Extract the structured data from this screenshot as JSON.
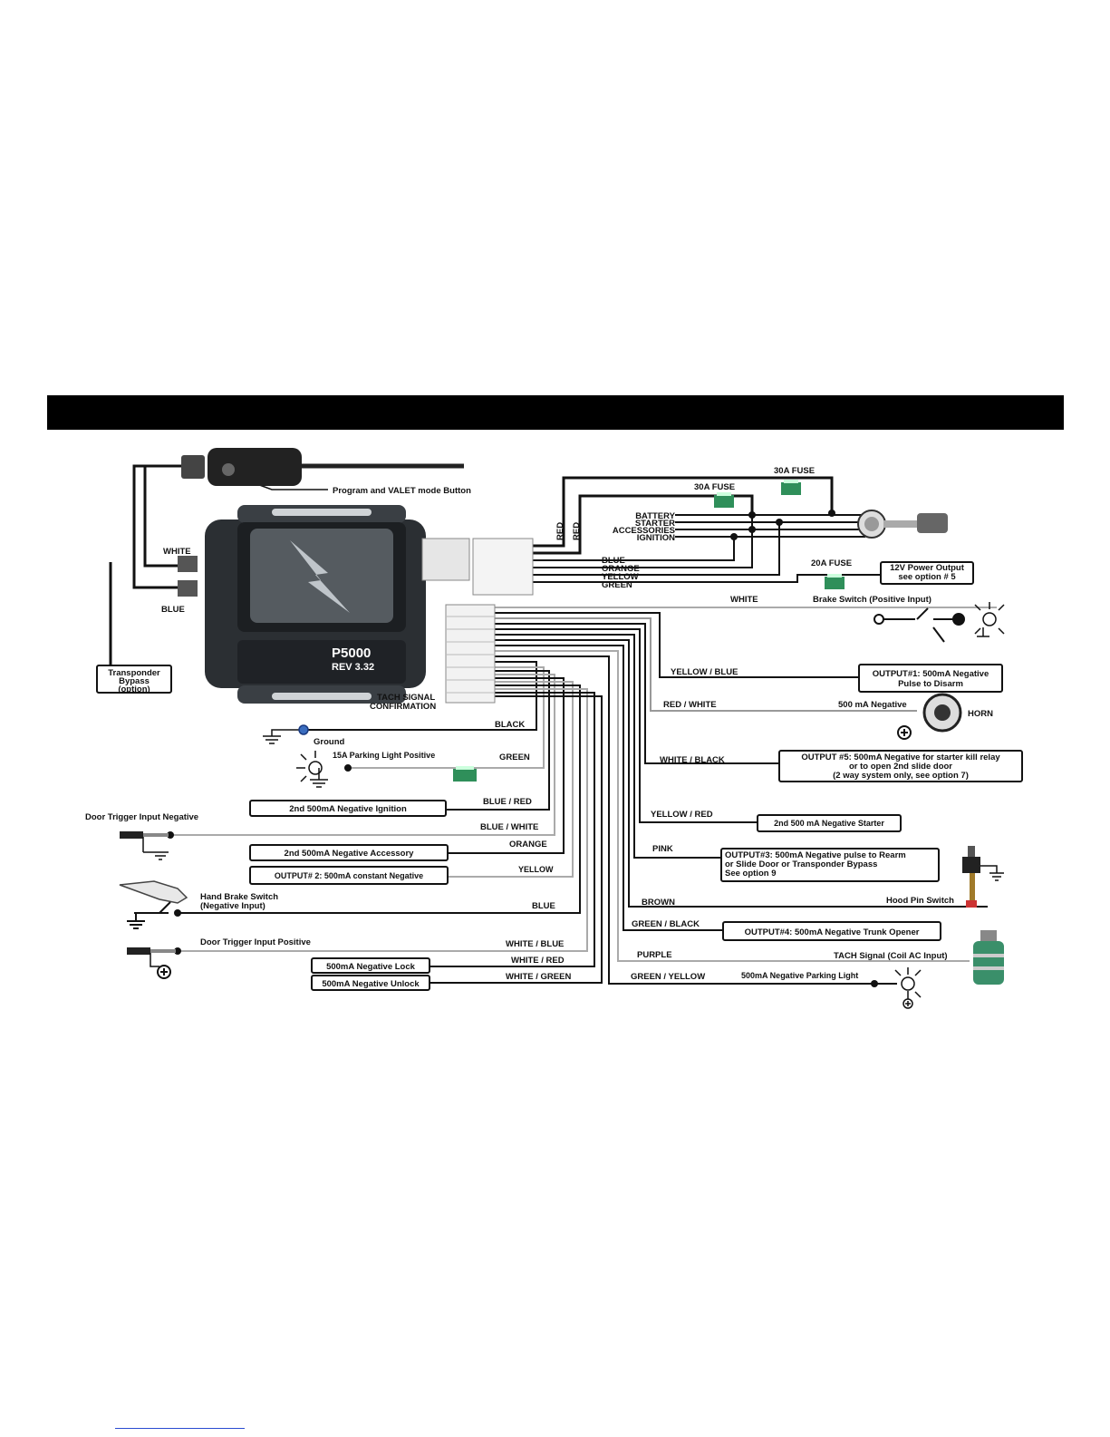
{
  "module": {
    "model": "P5000",
    "revision": "REV 3.32"
  },
  "button_label": "Program and VALET mode Button",
  "bypass_wires": {
    "top": "WHITE",
    "bottom": "BLUE"
  },
  "transponder_box": [
    "Transponder",
    "Bypass",
    "(option)"
  ],
  "tach_confirmation": [
    "TACH SIGNAL",
    "CONFIRMATION"
  ],
  "fuses": {
    "f30_left": "30A FUSE",
    "f30_right": "30A FUSE",
    "f20": "20A FUSE",
    "f15": "15A Parking Light Positive"
  },
  "ignition_switch": {
    "red1": "RED",
    "red2": "RED",
    "terminals": [
      "BATTERY",
      "STARTER",
      "ACCESSORIES",
      "IGNITION"
    ]
  },
  "power_wires": [
    "BLUE",
    "ORANGE",
    "YELLOW",
    "GREEN"
  ],
  "power_output_box": [
    "12V Power Output",
    "see option # 5"
  ],
  "brake": {
    "wire": "WHITE",
    "label": "Brake Switch (Positive Input)"
  },
  "right_side": {
    "yellow_blue": "YELLOW / BLUE",
    "output1": [
      "OUTPUT#1: 500mA Negative",
      "Pulse to Disarm"
    ],
    "red_white": "RED / WHITE",
    "horn_neg": "500 mA Negative",
    "horn": "HORN",
    "white_black": "WHITE / BLACK",
    "output5": [
      "OUTPUT #5: 500mA Negative for starter kill relay",
      "or to open 2nd slide door",
      "(2 way system only, see option 7)"
    ],
    "yellow_red": "YELLOW / RED",
    "starter2": "2nd 500 mA Negative Starter",
    "pink": "PINK",
    "output3": [
      "OUTPUT#3: 500mA Negative pulse to Rearm",
      "or Slide Door  or Transponder Bypass",
      "See option 9"
    ],
    "brown": "BROWN",
    "hood_pin": "Hood Pin Switch",
    "green_black": "GREEN / BLACK",
    "output4": "OUTPUT#4: 500mA Negative Trunk Opener",
    "purple": "PURPLE",
    "tach_input": "TACH Signal (Coil AC Input)",
    "green_yellow": "GREEN / YELLOW",
    "parking_neg": "500mA Negative Parking Light"
  },
  "left_side": {
    "black": "BLACK",
    "ground": "Ground",
    "green": "GREEN",
    "blue_red": "BLUE / RED",
    "ignition2": "2nd 500mA Negative  Ignition",
    "door_neg": "Door Trigger Input Negative",
    "blue_white": "BLUE / WHITE",
    "orange": "ORANGE",
    "accessory2": "2nd 500mA Negative Accessory",
    "yellow": "YELLOW",
    "output2": "OUTPUT# 2: 500mA constant Negative",
    "hand_brake": [
      "Hand Brake Switch",
      "(Negative Input)"
    ],
    "blue": "BLUE",
    "door_pos": "Door Trigger Input Positive",
    "white_blue": "WHITE / BLUE",
    "white_red": "WHITE / RED",
    "lock": "500mA Negative Lock",
    "white_green": "WHITE / GREEN",
    "unlock": "500mA Negative Unlock"
  },
  "colors": {
    "wire": "#111111",
    "fuse": "#2f8f5a",
    "coil": "#3a8f6a",
    "band": "#000000"
  }
}
